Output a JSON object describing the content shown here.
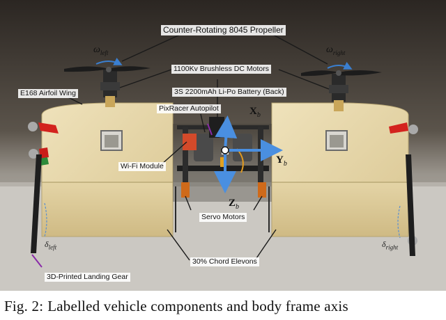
{
  "labels": {
    "propeller": "Counter-Rotating 8045 Propeller",
    "motors": "1100Kv Brushless DC Motors",
    "wing": "E168 Airfoil Wing",
    "battery": "3S 2200mAh Li-Po Battery (Back)",
    "autopilot": "PixRacer Autopilot",
    "wifi": "Wi-Fi Module",
    "servos": "Servo Motors",
    "elevons": "30% Chord Elevons",
    "landing_gear": "3D-Printed Landing Gear"
  },
  "symbols": {
    "omega_left": {
      "base": "ω",
      "sub": "left"
    },
    "omega_right": {
      "base": "ω",
      "sub": "right"
    },
    "delta_left": {
      "base": "δ",
      "sub": "left"
    },
    "delta_right": {
      "base": "δ",
      "sub": "right"
    }
  },
  "axes": {
    "x": {
      "base": "X",
      "sub": "b"
    },
    "y": {
      "base": "Y",
      "sub": "b"
    },
    "z": {
      "base": "Z",
      "sub": "b"
    }
  },
  "caption": {
    "prefix": "Fig. 2:",
    "text": "Labelled vehicle components and body frame axis"
  },
  "colors": {
    "axis_arrow": "#4a8fe0",
    "pointer_line": "#1a1a1a",
    "landing_gear_pointer": "#8a2aa8",
    "wing_foam": "#e6d7ad"
  }
}
